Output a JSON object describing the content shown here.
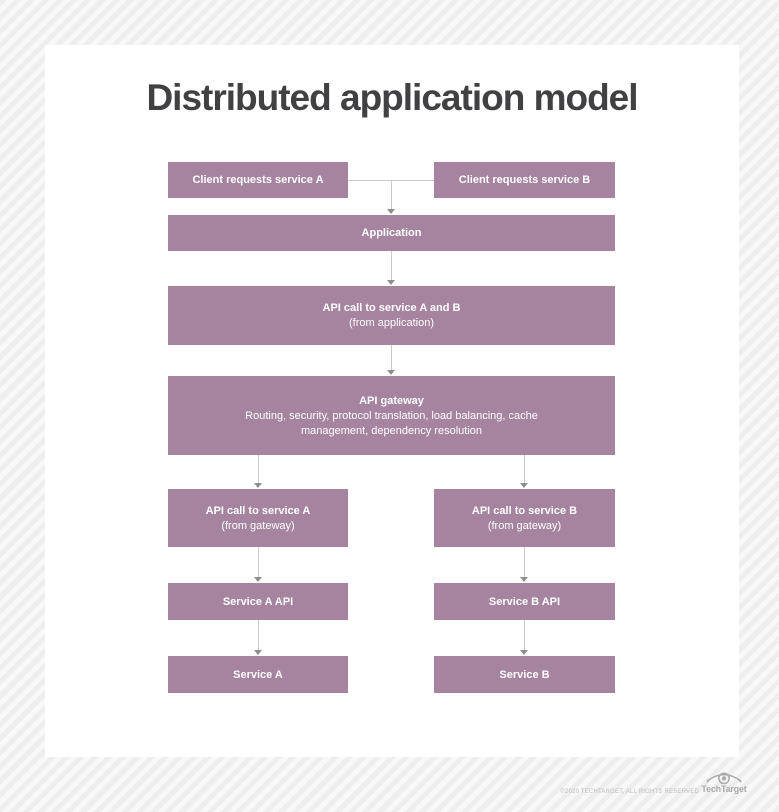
{
  "page": {
    "title": "Distributed application model"
  },
  "diagram": {
    "boxes": {
      "client_a": {
        "label": "Client requests service A"
      },
      "client_b": {
        "label": "Client requests service B"
      },
      "application": {
        "label": "Application"
      },
      "api_call_ab": {
        "label": "API call to service A and B",
        "sublabel": "(from application)"
      },
      "api_gateway": {
        "label": "API gateway",
        "sublabel": "Routing, security, protocol translation, load balancing, cache management, dependency resolution"
      },
      "api_call_a": {
        "label": "API call to service A",
        "sublabel": "(from gateway)"
      },
      "api_call_b": {
        "label": "API call to service B",
        "sublabel": "(from gateway)"
      },
      "service_a_api": {
        "label": "Service A API"
      },
      "service_b_api": {
        "label": "Service B API"
      },
      "service_a": {
        "label": "Service A"
      },
      "service_b": {
        "label": "Service B"
      }
    },
    "colors": {
      "box_fill": "#a6839f",
      "box_text": "#ffffff",
      "title_text": "#414042",
      "connector_line": "#c9c9c9",
      "arrowhead": "#8f8f8f",
      "card_background": "#ffffff",
      "page_stripe_light": "#f8f8f8",
      "page_stripe_dark": "#eeeeee"
    }
  },
  "footer": {
    "copyright": "©2020 TECHTARGET, ALL RIGHTS RESERVED",
    "brand": "TechTarget",
    "logo_icon": "eye-target-icon"
  }
}
